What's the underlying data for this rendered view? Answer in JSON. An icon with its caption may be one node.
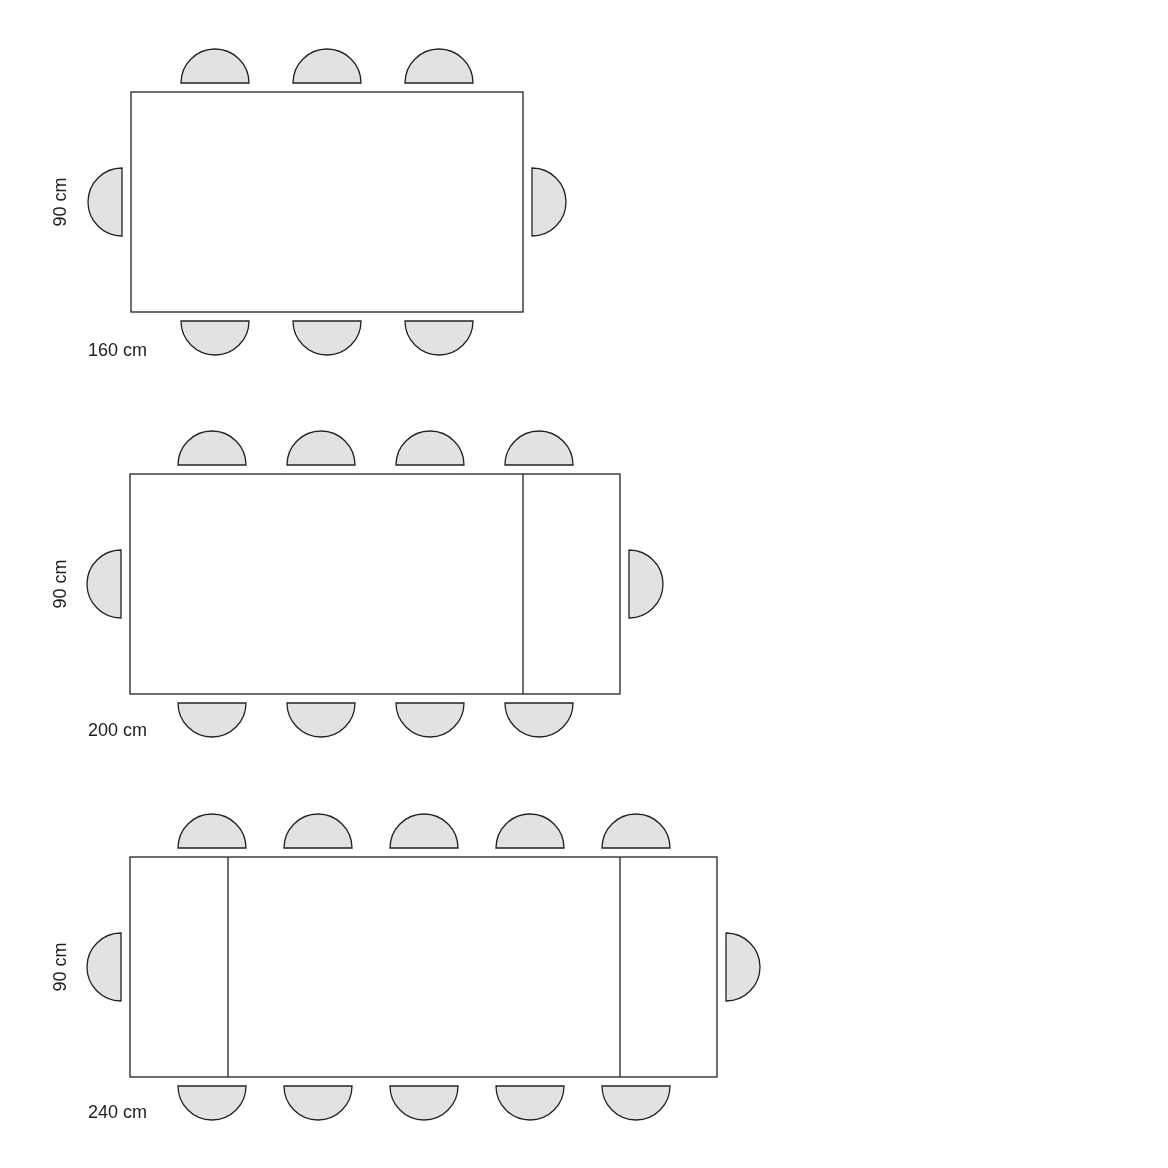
{
  "diagram": {
    "labels": [
      "90 cm",
      "160 cm",
      "90 cm",
      "200 cm",
      "90 cm",
      "240 cm"
    ]
  }
}
